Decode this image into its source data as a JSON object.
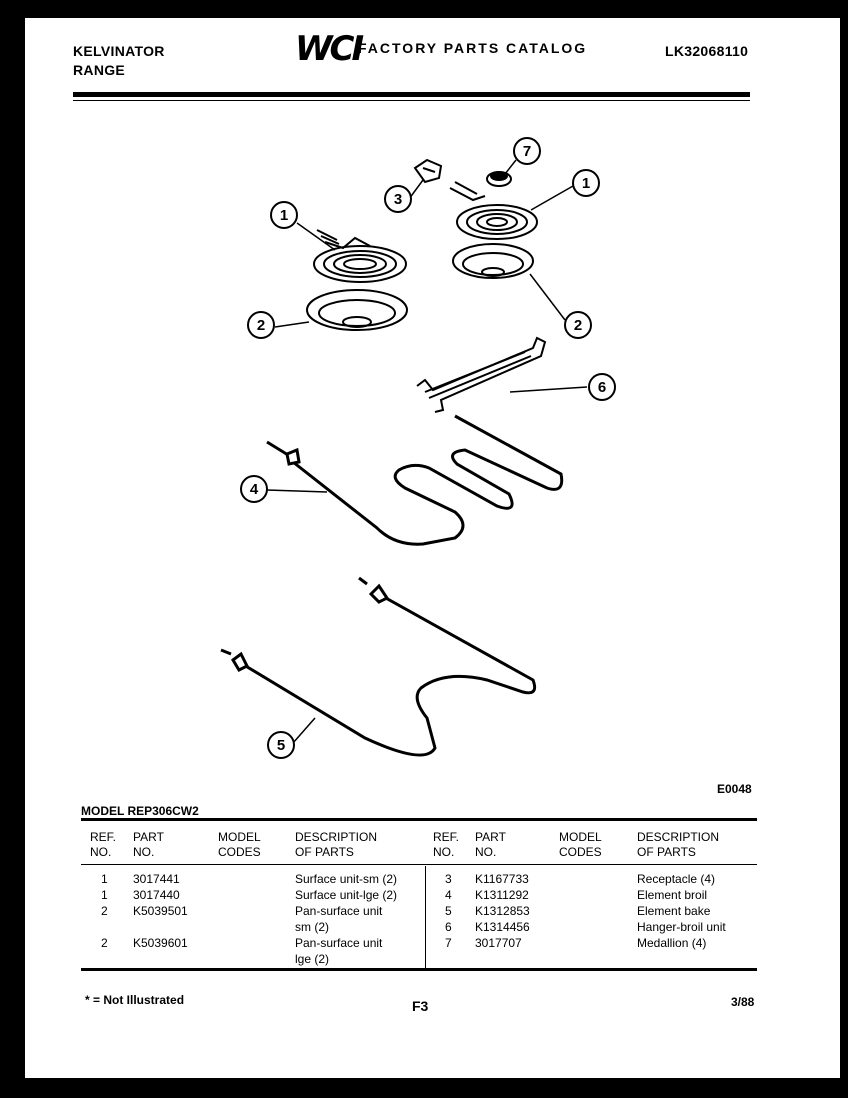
{
  "header": {
    "brand_line1": "KELVINATOR",
    "brand_line2": "RANGE",
    "logo_text": "WCI",
    "catalog_title": "FACTORY PARTS CATALOG",
    "catalog_number": "LK32068110"
  },
  "diagram": {
    "callouts": [
      "1",
      "1",
      "2",
      "2",
      "3",
      "4",
      "5",
      "6",
      "7"
    ],
    "figure_code": "E0048"
  },
  "model_line": "MODEL REP306CW2",
  "table": {
    "headers": {
      "ref_no": [
        "REF.",
        "NO."
      ],
      "part_no": [
        "PART",
        "NO."
      ],
      "model_codes": [
        "MODEL",
        "CODES"
      ],
      "description": [
        "DESCRIPTION",
        "OF PARTS"
      ]
    },
    "left": [
      {
        "ref": "1",
        "part": "3017441",
        "codes": "",
        "desc": [
          "Surface unit-sm (2)"
        ]
      },
      {
        "ref": "1",
        "part": "3017440",
        "codes": "",
        "desc": [
          "Surface unit-lge (2)"
        ]
      },
      {
        "ref": "2",
        "part": "K5039501",
        "codes": "",
        "desc": [
          "Pan-surface unit",
          "sm (2)"
        ]
      },
      {
        "ref": "2",
        "part": "K5039601",
        "codes": "",
        "desc": [
          "Pan-surface unit",
          "lge (2)"
        ]
      }
    ],
    "right": [
      {
        "ref": "3",
        "part": "K1167733",
        "codes": "",
        "desc": [
          "Receptacle (4)"
        ]
      },
      {
        "ref": "4",
        "part": "K1311292",
        "codes": "",
        "desc": [
          "Element broil"
        ]
      },
      {
        "ref": "5",
        "part": "K1312853",
        "codes": "",
        "desc": [
          "Element bake"
        ]
      },
      {
        "ref": "6",
        "part": "K1314456",
        "codes": "",
        "desc": [
          "Hanger-broil unit"
        ]
      },
      {
        "ref": "7",
        "part": "3017707",
        "codes": "",
        "desc": [
          "Medallion (4)"
        ]
      }
    ]
  },
  "footer": {
    "note": "* = Not Illustrated",
    "page": "F3",
    "date": "3/88"
  }
}
